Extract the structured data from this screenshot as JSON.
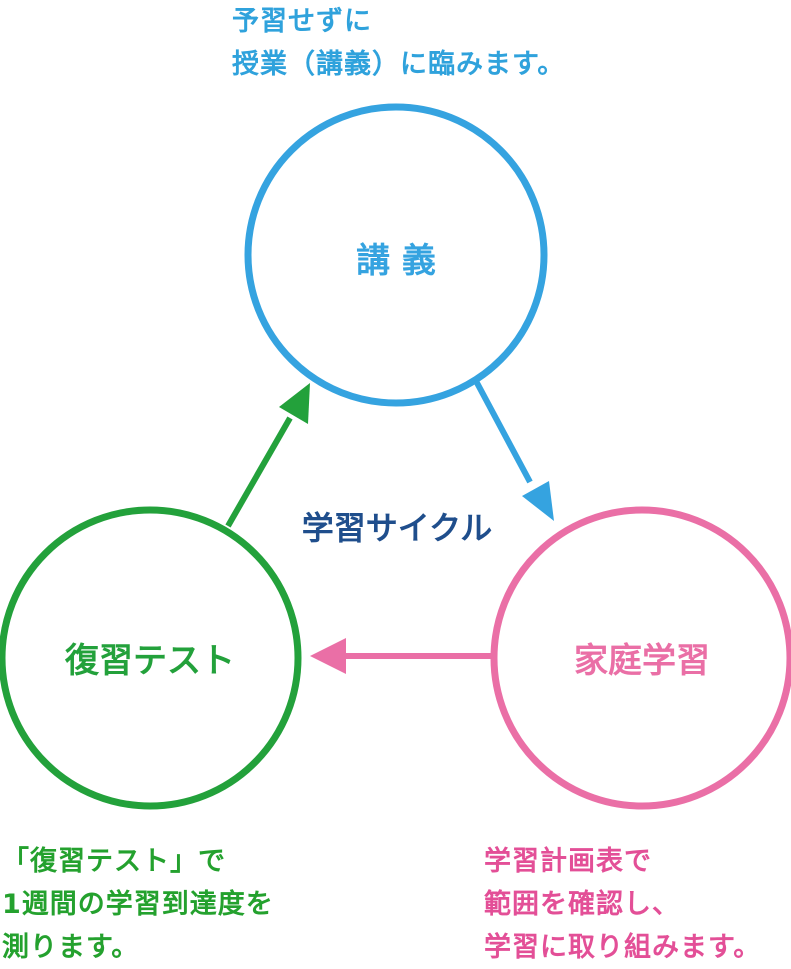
{
  "colors": {
    "lecture": "#35a3e0",
    "home_study": "#ea6fa6",
    "review_test": "#23a13b",
    "cycle_label": "#1f4e8c"
  },
  "nodes": {
    "lecture": {
      "label": "講 義"
    },
    "home_study": {
      "label": "家庭学習"
    },
    "review_test": {
      "label": "復習テスト"
    }
  },
  "center_label": "学習サイクル",
  "notes": {
    "lecture": [
      "予習せずに",
      "授業（講義）に臨みます。"
    ],
    "review_test": [
      "「復習テスト」で",
      "1週間の学習到達度を",
      "測ります。"
    ],
    "home_study": [
      "学習計画表で",
      "範囲を確認し、",
      "学習に取り組みます。"
    ]
  }
}
